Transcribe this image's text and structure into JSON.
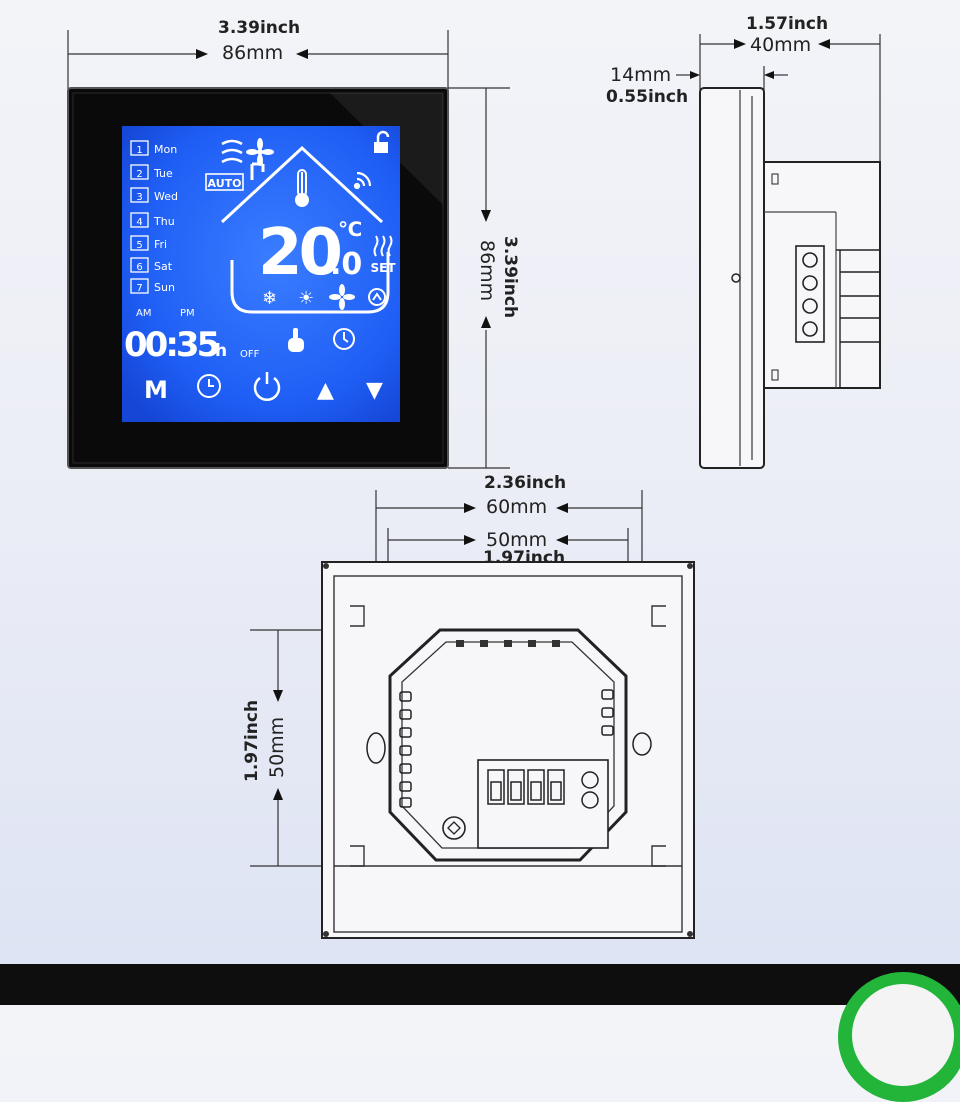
{
  "front": {
    "width_inch": "3.39inch",
    "width_mm": "86mm",
    "height_inch": "3.39inch",
    "height_mm": "86mm"
  },
  "screen": {
    "days": [
      "Mon",
      "Tue",
      "Wed",
      "Thu",
      "Fri",
      "Sat",
      "Sun"
    ],
    "day_numbers": [
      "1",
      "2",
      "3",
      "4",
      "5",
      "6",
      "7"
    ],
    "auto": "AUTO",
    "temperature": "20.0",
    "unit": "℃",
    "set": "SET",
    "am": "AM",
    "pm": "PM",
    "time": "00:35",
    "time_suffix": "h",
    "off": "OFF",
    "mode_button": "M",
    "up_button": "▲",
    "down_button": "▼"
  },
  "side": {
    "depth_inch": "1.57inch",
    "depth_mm": "40mm",
    "front_mm": "14mm",
    "front_inch": "0.55inch"
  },
  "back": {
    "hole_span_inch": "2.36inch",
    "hole_span_mm": "60mm",
    "box_width_mm": "50mm",
    "box_width_inch": "1.97inch",
    "box_height_inch": "1.97inch",
    "box_height_mm": "50mm"
  },
  "colors": {
    "screen_blue": "#1f62ff",
    "frame_black": "#0a0a0a"
  }
}
